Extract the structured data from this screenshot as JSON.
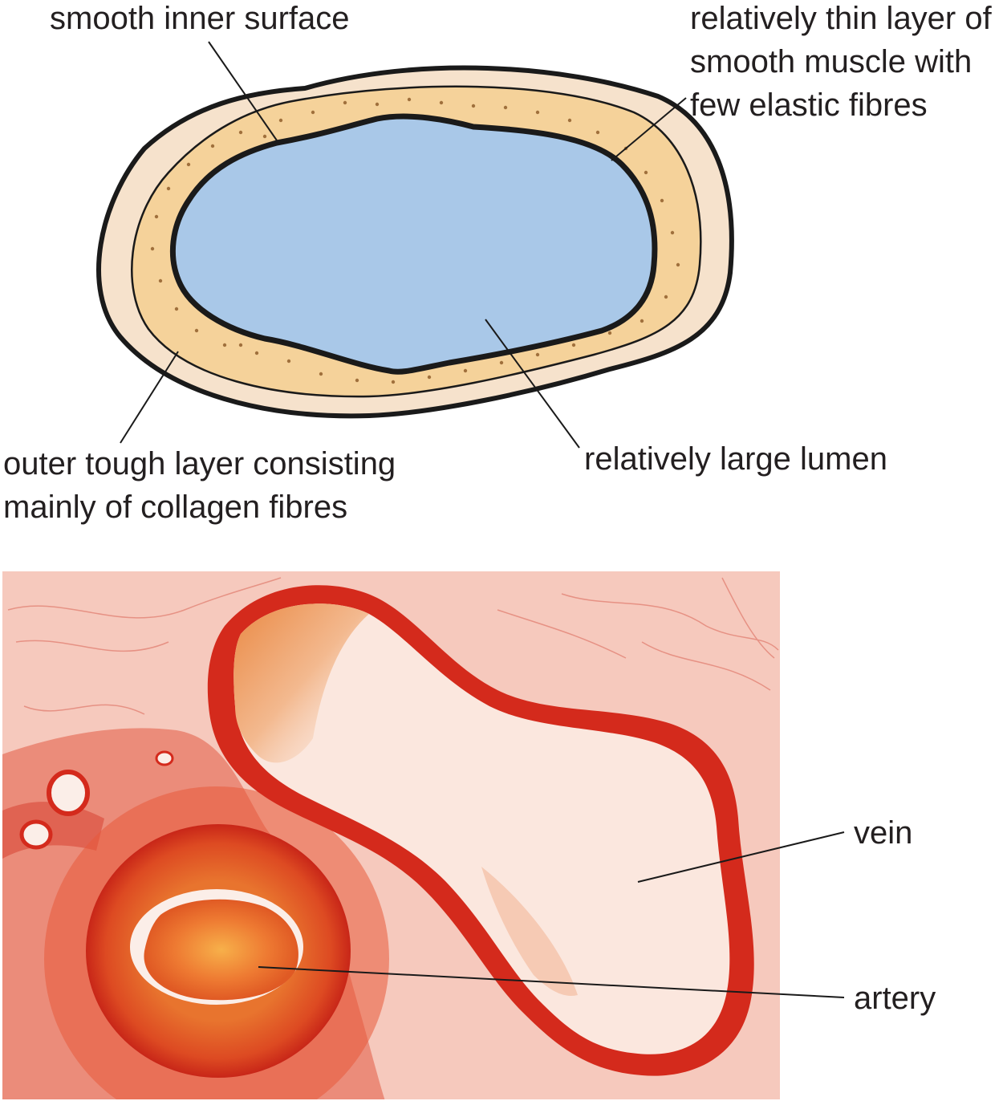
{
  "diagram": {
    "labels": {
      "inner_surface": "smooth inner surface",
      "muscle_layer": [
        "relatively thin layer of",
        "smooth muscle with",
        "few elastic fibres"
      ],
      "outer_layer": [
        "outer tough layer consisting",
        "mainly of collagen fibres"
      ],
      "lumen": "relatively large lumen"
    },
    "colors": {
      "outer_layer": "#f6e2cc",
      "muscle_layer": "#f5d29a",
      "lumen": "#a9c8e8",
      "outline": "#1a1a1a",
      "dots": "#a0703c"
    }
  },
  "photo": {
    "labels": {
      "vein": "vein",
      "artery": "artery"
    },
    "colors": {
      "background": "#f6c9bd",
      "tissue": "#d42a1c",
      "artery_wall": "#e0541f",
      "vein_lumen": "#fbe7de"
    }
  }
}
